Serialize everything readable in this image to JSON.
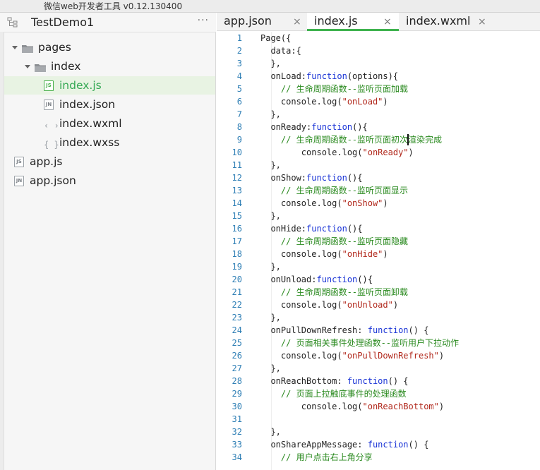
{
  "window": {
    "title": "微信web开发者工具 v0.12.130400"
  },
  "sidebar": {
    "project_name": "TestDemo1",
    "more_label": "···",
    "tree": [
      {
        "label": "pages",
        "kind": "folder",
        "depth": 0,
        "expanded": true
      },
      {
        "label": "index",
        "kind": "folder",
        "depth": 1,
        "expanded": true
      },
      {
        "label": "index.js",
        "kind": "js",
        "depth": 2,
        "active": true,
        "badge": "JS"
      },
      {
        "label": "index.json",
        "kind": "json",
        "depth": 2,
        "badge": "JN"
      },
      {
        "label": "index.wxml",
        "kind": "wxml",
        "depth": 2,
        "badge": "<>"
      },
      {
        "label": "index.wxss",
        "kind": "wxss",
        "depth": 2,
        "badge": "{}"
      },
      {
        "label": "app.js",
        "kind": "js",
        "depth": 0,
        "badge": "JS"
      },
      {
        "label": "app.json",
        "kind": "json",
        "depth": 0,
        "badge": "JN"
      }
    ]
  },
  "editor": {
    "tabs": [
      {
        "label": "app.json",
        "close": "×",
        "active": false
      },
      {
        "label": "index.js",
        "close": "×",
        "active": true
      },
      {
        "label": "index.wxml",
        "close": "×",
        "active": false
      }
    ],
    "lines": [
      {
        "n": "1",
        "t": [
          [
            "p",
            "Page({"
          ]
        ]
      },
      {
        "n": "2",
        "t": [
          [
            "p",
            "  data:{"
          ]
        ]
      },
      {
        "n": "3",
        "t": [
          [
            "p",
            "  },"
          ]
        ]
      },
      {
        "n": "4",
        "t": [
          [
            "p",
            "  onLoad:"
          ],
          [
            "k",
            "function"
          ],
          [
            "p",
            "(options){"
          ]
        ]
      },
      {
        "n": "5",
        "t": [
          [
            "p",
            "    "
          ],
          [
            "c",
            "// 生命周期函数--监听页面加载"
          ]
        ]
      },
      {
        "n": "6",
        "t": [
          [
            "p",
            "    console.log("
          ],
          [
            "s",
            "\"onLoad\""
          ],
          [
            "p",
            ")"
          ]
        ]
      },
      {
        "n": "7",
        "t": [
          [
            "p",
            "  },"
          ]
        ]
      },
      {
        "n": "8",
        "t": [
          [
            "p",
            "  onReady:"
          ],
          [
            "k",
            "function"
          ],
          [
            "p",
            "(){"
          ]
        ]
      },
      {
        "n": "9",
        "t": [
          [
            "p",
            "    "
          ],
          [
            "c",
            "// 生命周期函数--监听页面初次渲染完成"
          ]
        ]
      },
      {
        "n": "10",
        "t": [
          [
            "p",
            "        console.log("
          ],
          [
            "s",
            "\"onReady\""
          ],
          [
            "p",
            ")"
          ]
        ]
      },
      {
        "n": "11",
        "t": [
          [
            "p",
            "  },"
          ]
        ]
      },
      {
        "n": "12",
        "t": [
          [
            "p",
            "  onShow:"
          ],
          [
            "k",
            "function"
          ],
          [
            "p",
            "(){"
          ]
        ]
      },
      {
        "n": "13",
        "t": [
          [
            "p",
            "    "
          ],
          [
            "c",
            "// 生命周期函数--监听页面显示"
          ]
        ]
      },
      {
        "n": "14",
        "t": [
          [
            "p",
            "    console.log("
          ],
          [
            "s",
            "\"onShow\""
          ],
          [
            "p",
            ")"
          ]
        ]
      },
      {
        "n": "15",
        "t": [
          [
            "p",
            "  },"
          ]
        ]
      },
      {
        "n": "16",
        "t": [
          [
            "p",
            "  onHide:"
          ],
          [
            "k",
            "function"
          ],
          [
            "p",
            "(){"
          ]
        ]
      },
      {
        "n": "17",
        "t": [
          [
            "p",
            "    "
          ],
          [
            "c",
            "// 生命周期函数--监听页面隐藏"
          ]
        ]
      },
      {
        "n": "18",
        "t": [
          [
            "p",
            "    console.log("
          ],
          [
            "s",
            "\"onHide\""
          ],
          [
            "p",
            ")"
          ]
        ]
      },
      {
        "n": "19",
        "t": [
          [
            "p",
            "  },"
          ]
        ]
      },
      {
        "n": "20",
        "t": [
          [
            "p",
            "  onUnload:"
          ],
          [
            "k",
            "function"
          ],
          [
            "p",
            "(){"
          ]
        ]
      },
      {
        "n": "21",
        "t": [
          [
            "p",
            "    "
          ],
          [
            "c",
            "// 生命周期函数--监听页面卸载"
          ]
        ]
      },
      {
        "n": "22",
        "t": [
          [
            "p",
            "    console.log("
          ],
          [
            "s",
            "\"onUnload\""
          ],
          [
            "p",
            ")"
          ]
        ]
      },
      {
        "n": "23",
        "t": [
          [
            "p",
            "  },"
          ]
        ]
      },
      {
        "n": "24",
        "t": [
          [
            "p",
            "  onPullDownRefresh: "
          ],
          [
            "k",
            "function"
          ],
          [
            "p",
            "() {"
          ]
        ]
      },
      {
        "n": "25",
        "t": [
          [
            "p",
            "    "
          ],
          [
            "c",
            "// 页面相关事件处理函数--监听用户下拉动作"
          ]
        ]
      },
      {
        "n": "26",
        "t": [
          [
            "p",
            "    console.log("
          ],
          [
            "s",
            "\"onPullDownRefresh\""
          ],
          [
            "p",
            ")"
          ]
        ]
      },
      {
        "n": "27",
        "t": [
          [
            "p",
            "  },"
          ]
        ]
      },
      {
        "n": "28",
        "t": [
          [
            "p",
            "  onReachBottom: "
          ],
          [
            "k",
            "function"
          ],
          [
            "p",
            "() {"
          ]
        ]
      },
      {
        "n": "29",
        "t": [
          [
            "p",
            "    "
          ],
          [
            "c",
            "// 页面上拉触底事件的处理函数"
          ]
        ]
      },
      {
        "n": "30",
        "t": [
          [
            "p",
            "        console.log("
          ],
          [
            "s",
            "\"onReachBottom\""
          ],
          [
            "p",
            ")"
          ]
        ]
      },
      {
        "n": "31",
        "t": [
          [
            "p",
            ""
          ]
        ]
      },
      {
        "n": "32",
        "t": [
          [
            "p",
            "  },"
          ]
        ]
      },
      {
        "n": "33",
        "t": [
          [
            "p",
            "  onShareAppMessage: "
          ],
          [
            "k",
            "function"
          ],
          [
            "p",
            "() {"
          ]
        ]
      },
      {
        "n": "34",
        "t": [
          [
            "p",
            "    "
          ],
          [
            "c",
            "// 用户点击右上角分享"
          ]
        ]
      }
    ]
  },
  "colors": {
    "accent_green": "#3fb34f",
    "keyword_blue": "#1a34d6",
    "string_red": "#b1281c",
    "comment_green": "#2a8a1f",
    "line_number_blue": "#2f7fb5"
  }
}
